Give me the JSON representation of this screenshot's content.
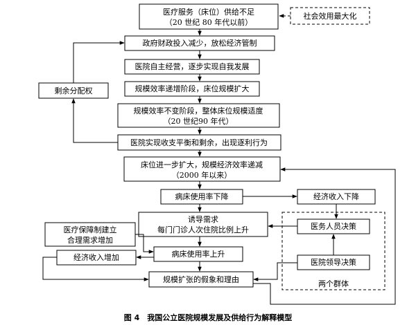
{
  "nodes": {
    "n1_line1": "医疗服务（床位）供给不足",
    "n1_line2": "（20 世纪 80 年代以前）",
    "n2": "政府财政投入减少，放松经济管制",
    "n3": "医院自主经营，逐步实现自我发展",
    "n4": "规模效率递增阶段，床位规模扩大",
    "n5_line1": "规模效率不变阶段，整体床位规模适度",
    "n5_line2": "（20 世纪90 年代）",
    "n6": "医院实现收支平衡和剩余，出现逐利行为",
    "n7_line1": "床位进一步扩大，规模经济效率递减",
    "n7_line2": "（2000 年以来）",
    "n8": "病床使用率下降",
    "n9_line1": "诱导需求",
    "n9_line2": "每门门诊人次住院比例上升",
    "n10": "病床使用率上升",
    "n11": "规模扩张的假象和理由",
    "social": "社会效用最大化",
    "surplus": "剩余分配权",
    "econ_down": "经济收入下降",
    "staff": "医务人员决策",
    "leader": "医院领导决策",
    "groups": "两个群体",
    "insurance_line1": "医疗保障制建立",
    "insurance_line2": "合理需求增加",
    "econ_up": "经济收入增加"
  },
  "caption": "图 4　我国公立医院规模发展及供给行为解释模型"
}
